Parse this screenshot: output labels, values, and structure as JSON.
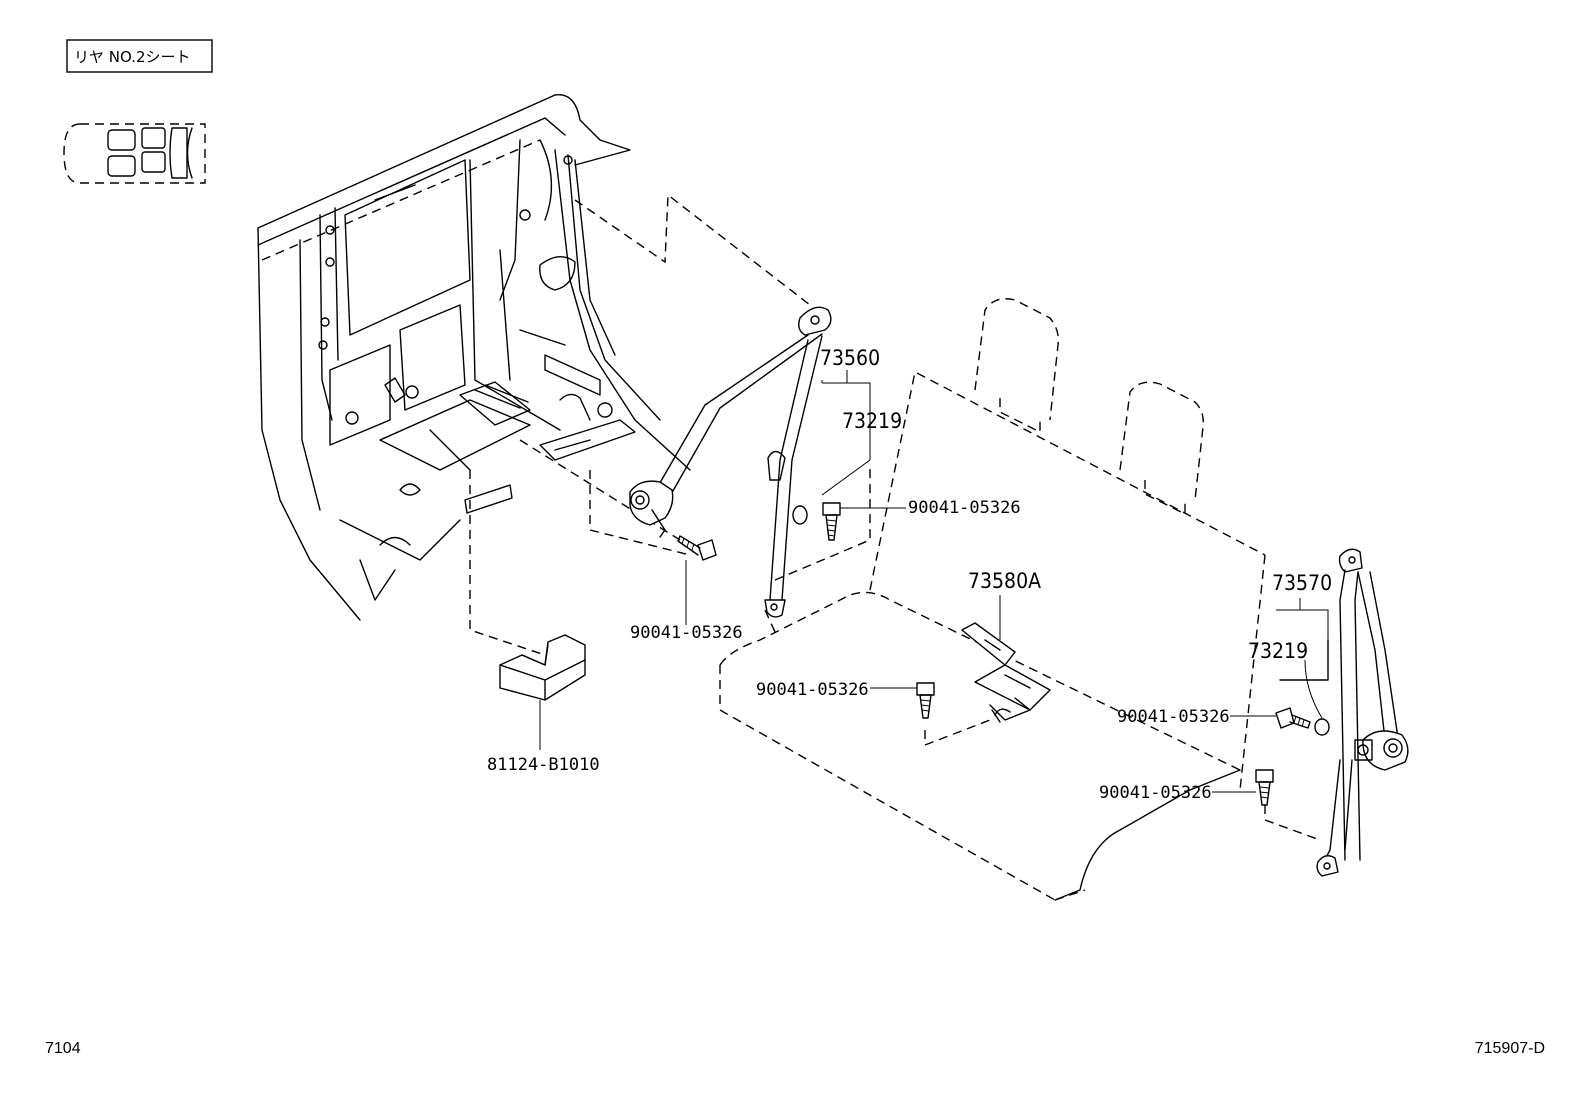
{
  "section_label": "リヤ NO.2シート",
  "parts": {
    "belt_left": "73560",
    "belt_left_sub": "73219",
    "belt_right": "73570",
    "belt_right_sub": "73219",
    "buckle": "73580A",
    "pad": "81124-B1010",
    "bolt_upper_right": "90041-05326",
    "bolt_left_lower": "90041-05326",
    "bolt_center": "90041-05326",
    "bolt_right_upper": "90041-05326",
    "bolt_right_lower": "90041-05326"
  },
  "footer": {
    "left_code": "7104",
    "right_code": "715907-D"
  }
}
